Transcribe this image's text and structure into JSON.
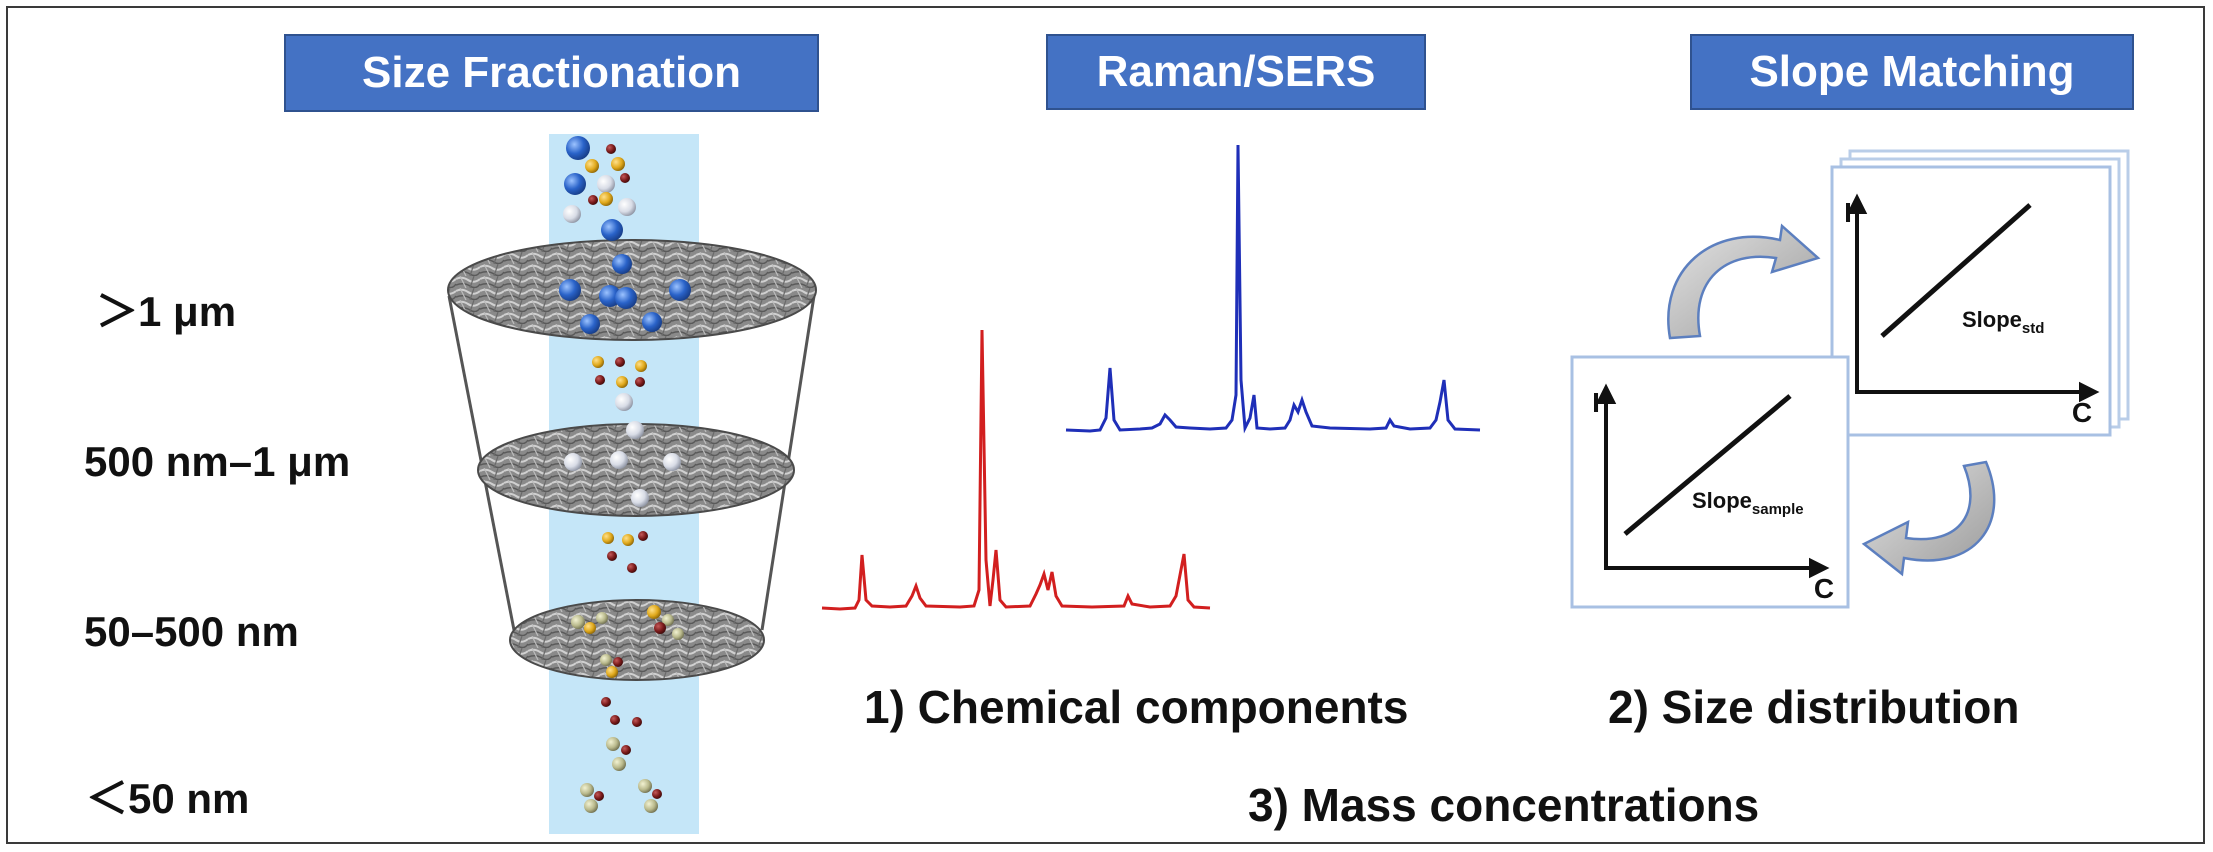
{
  "banners": {
    "size_fractionation": "Size Fractionation",
    "raman_sers": "Raman/SERS",
    "slope_matching": "Slope Matching"
  },
  "size_labels": {
    "gt_1um": "＞1 μm",
    "range_500nm_1um": "500 nm–1 μm",
    "range_50_500nm": "50–500 nm",
    "lt_50nm": "＜50 nm"
  },
  "captions": {
    "chemical": "1) Chemical components",
    "size_distribution": "2) Size distribution",
    "mass": "3) Mass concentrations"
  },
  "plots": {
    "y_axis": "I",
    "x_axis": "C",
    "slope_std_base": "Slope",
    "slope_std_sub": "std",
    "slope_sample_base": "Slope",
    "slope_sample_sub": "sample"
  },
  "colors": {
    "banner": "#4472c4",
    "spectrum_blue": "#1f2fb8",
    "spectrum_red": "#d21f1f",
    "column": "#bfe3f7",
    "particle_blue": "#2a63c9",
    "particle_white": "#d8dce6",
    "particle_gold": "#e0a91c",
    "particle_maroon": "#7a1a1a",
    "particle_olive": "#b9b98c"
  }
}
